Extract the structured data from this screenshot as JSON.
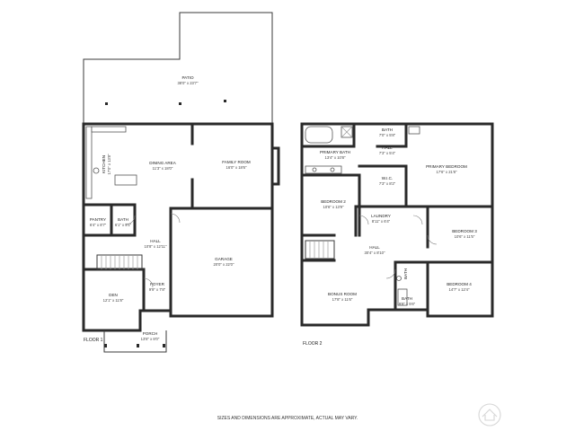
{
  "floor1": {
    "label": "FLOOR 1",
    "rooms": {
      "patio": {
        "name": "PATIO",
        "dim": "38'0\" x 23'7\""
      },
      "kitchen": {
        "name": "KITCHEN",
        "dim": "17'0\" x 13'8\""
      },
      "dining": {
        "name": "DINING AREA",
        "dim": "11'3\" x 18'0\""
      },
      "family": {
        "name": "FAMILY ROOM",
        "dim": "16'0\" x 18'6\""
      },
      "pantry": {
        "name": "PANTRY",
        "dim": "6'4\" x 8'7\""
      },
      "bath": {
        "name": "BATH",
        "dim": "6'1\" x 5'1\""
      },
      "hall": {
        "name": "HALL",
        "dim": "10'8\" x 12'11\""
      },
      "garage": {
        "name": "GARAGE",
        "dim": "20'0\" x 22'0\""
      },
      "foyer": {
        "name": "FOYER",
        "dim": "9'9\" x 7'8\""
      },
      "den": {
        "name": "DEN",
        "dim": "12'1\" x 11'8\""
      },
      "porch": {
        "name": "PORCH",
        "dim": "13'8\" x 8'0\""
      }
    }
  },
  "floor2": {
    "label": "FLOOR 2",
    "rooms": {
      "bath_top": {
        "name": "BATH",
        "dim": "7'0\" x 5'8\""
      },
      "hall_top": {
        "name": "HALL",
        "dim": "7'3\" x 5'4\""
      },
      "primary_bath": {
        "name": "PRIMARY BATH",
        "dim": "13'4\" x 10'8\""
      },
      "primary_bedroom": {
        "name": "PRIMARY BEDROOM",
        "dim": "17'6\" x 21'8\""
      },
      "wic": {
        "name": "W.I.C.",
        "dim": "7'3\" x 8'2\""
      },
      "bedroom2": {
        "name": "BEDROOM 2",
        "dim": "10'6\" x 13'9\""
      },
      "laundry": {
        "name": "LAUNDRY",
        "dim": "8'11\" x 6'4\""
      },
      "bedroom3": {
        "name": "BEDROOM 3",
        "dim": "10'6\" x 11'5\""
      },
      "hall_mid": {
        "name": "HALL",
        "dim": "30'4\" x 8'10\""
      },
      "bath_side": {
        "name": "BATH",
        "dim": ""
      },
      "bedroom4": {
        "name": "BEDROOM 4",
        "dim": "14'7\" x 12'4\""
      },
      "bonus": {
        "name": "BONUS ROOM",
        "dim": "17'8\" x 11'6\""
      },
      "bath_low": {
        "name": "BATH",
        "dim": "9'8\" x 5'6\""
      }
    }
  },
  "footer": {
    "disclaimer": "SIZES AND DIMENSIONS ARE APPROXIMATE, ACTUAL MAY VARY."
  }
}
